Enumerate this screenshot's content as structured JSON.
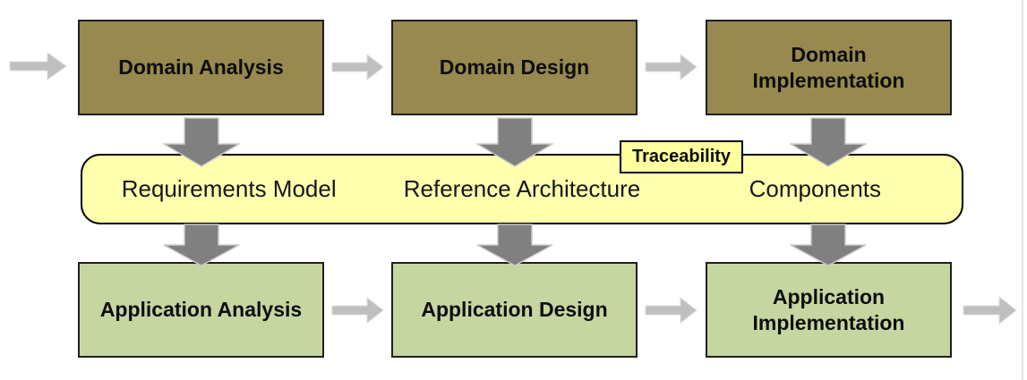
{
  "flow": {
    "domain_row": [
      {
        "label": "Domain Analysis"
      },
      {
        "label": "Domain Design"
      },
      {
        "label": "Domain Implementation"
      }
    ],
    "artifacts_band": {
      "items": [
        {
          "label": "Requirements Model"
        },
        {
          "label": "Reference Architecture"
        },
        {
          "label": "Components"
        }
      ],
      "tag_label": "Traceability"
    },
    "application_row": [
      {
        "label": "Application Analysis"
      },
      {
        "label": "Application Design"
      },
      {
        "label": "Application Implementation"
      }
    ]
  },
  "colors": {
    "domain_box_fill": "#97894F",
    "application_box_fill": "#C5D6A0",
    "band_fill": "#FFFFAD",
    "tag_fill": "#FFFF9E",
    "box_border": "#1F1F1F",
    "horizontal_arrow": "#BFBFBF",
    "vertical_arrow": "#808080"
  },
  "icons": {
    "flow_arrow_right": "→",
    "flow_arrow_down": "↓"
  }
}
